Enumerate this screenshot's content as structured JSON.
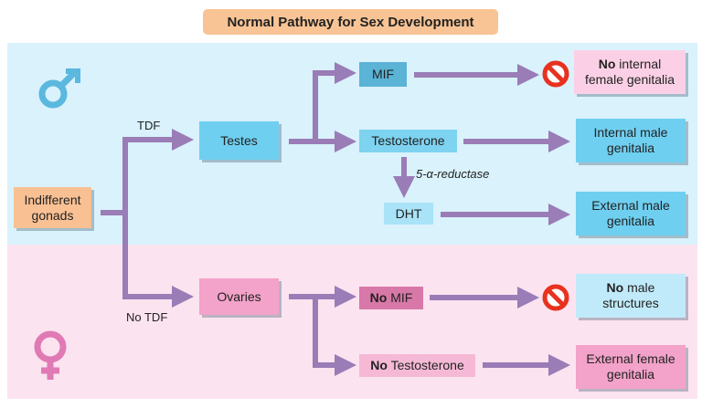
{
  "title": "Normal Pathway for Sex Development",
  "nodes": {
    "indifferent_gonads": "Indifferent gonads",
    "testes": "Testes",
    "ovaries": "Ovaries",
    "mif": "MIF",
    "testosterone": "Testosterone",
    "dht": "DHT",
    "no_mif_bold": "No",
    "no_mif_rest": " MIF",
    "no_testosterone_bold": "No",
    "no_testosterone_rest": " Testosterone",
    "no_internal_female_bold": "No",
    "no_internal_female_rest": " internal female genitalia",
    "internal_male": "Internal male genitalia",
    "external_male": "External male genitalia",
    "no_male_bold": "No",
    "no_male_rest": " male structures",
    "external_female": "External female genitalia"
  },
  "edge_labels": {
    "tdf": "TDF",
    "no_tdf": "No TDF",
    "reductase": "5-α-reductase"
  },
  "icons": [
    "male-symbol-icon",
    "female-symbol-icon",
    "prohibited-icon"
  ],
  "colors": {
    "male_bg": "#d9f2fc",
    "female_bg": "#fce3f0",
    "arrow": "#9a7cb6",
    "title_bg": "#f9c495",
    "blue_box": "#6fcff0",
    "pink_box": "#f3a2c9",
    "stop": "#e8321e"
  }
}
